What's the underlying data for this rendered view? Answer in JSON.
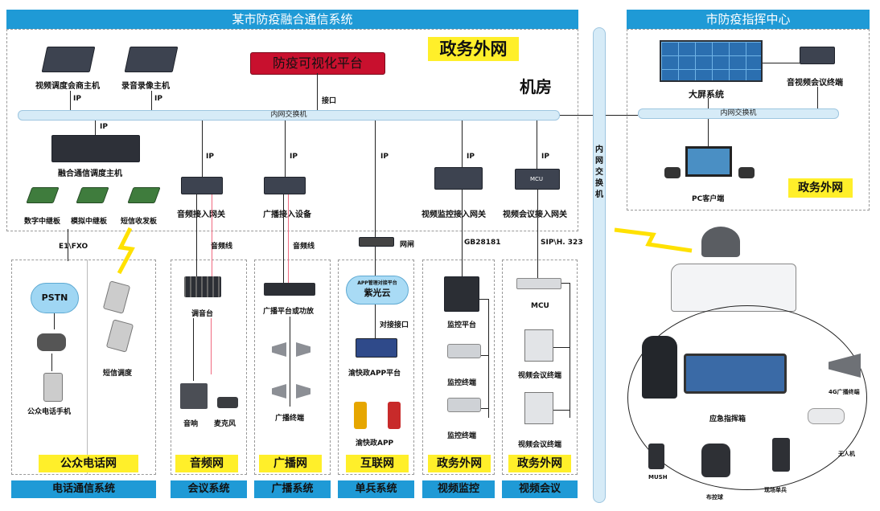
{
  "main_title": "某市防疫融合通信系统",
  "command_center_title": "市防疫指挥中心",
  "zone_labels": {
    "internet_top": "政务外网",
    "machine_room": "机房",
    "command_internet": "政务外网"
  },
  "platform_button": "防疫可视化平台",
  "top_devices": {
    "video_host": "视频调度会商主机",
    "record_host": "录音录像主机"
  },
  "ip": "IP",
  "interface": "接口",
  "switch_label": "内网交换机",
  "vertical_switch": "内网交换机",
  "main_host": "融合通信调度主机",
  "boards": {
    "digital": "数字中继板",
    "analog": "模拟中继板",
    "sms": "短信收发板"
  },
  "gateways": {
    "audio": "音频接入网关",
    "broadcast": "广播接入设备",
    "video_monitor": "视频监控接入网关",
    "video_conf": "视频会议接入网关"
  },
  "mcu_text": "MCU",
  "command_center": {
    "big_screen": "大屏系统",
    "av_terminal": "音视频会议终端",
    "pc": "PC客户端"
  },
  "links": {
    "e1": "E1\\FXO",
    "audio_line1": "音频线",
    "audio_line2": "音频线",
    "gateway": "网闸",
    "gb": "GB28181",
    "sip": "SIP\\H. 323",
    "dock": "对接接口"
  },
  "phone_net": {
    "pstn": "PSTN",
    "phone": "公众电话手机",
    "sms_dispatch": "短信调度"
  },
  "audio_net": {
    "mixer": "调音台",
    "speaker": "音响",
    "mic": "麦克风"
  },
  "broadcast_net": {
    "amp": "广播平台或功放",
    "terminal": "广播终端"
  },
  "internet_net": {
    "cloud_small": "APP管理对接平台",
    "cloud": "紫光云",
    "app_platform": "渝快政APP平台",
    "app": "渝快政APP"
  },
  "monitor_net": {
    "platform": "监控平台",
    "terminal1": "监控终端",
    "terminal2": "监控终端"
  },
  "conf_net": {
    "mcu": "MCU",
    "terminal1": "视频会议终端",
    "terminal2": "视频会议终端"
  },
  "net_tags": [
    "公众电话网",
    "音频网",
    "广播网",
    "互联网",
    "政务外网",
    "政务外网"
  ],
  "systems": [
    "电话通信系统",
    "会议系统",
    "广播系统",
    "单兵系统",
    "视频监控",
    "视频会议"
  ],
  "field": {
    "box": "应急指挥箱",
    "broadcast4g": "4G广播终端",
    "drone": "无人机",
    "soldier": "现场单兵",
    "ball": "布控球",
    "mush": "MUSH"
  },
  "colors": {
    "accent": "#1f9ad6",
    "yellow": "#ffef2a",
    "red": "#c8102e",
    "pipe": "#d6ebf7"
  }
}
